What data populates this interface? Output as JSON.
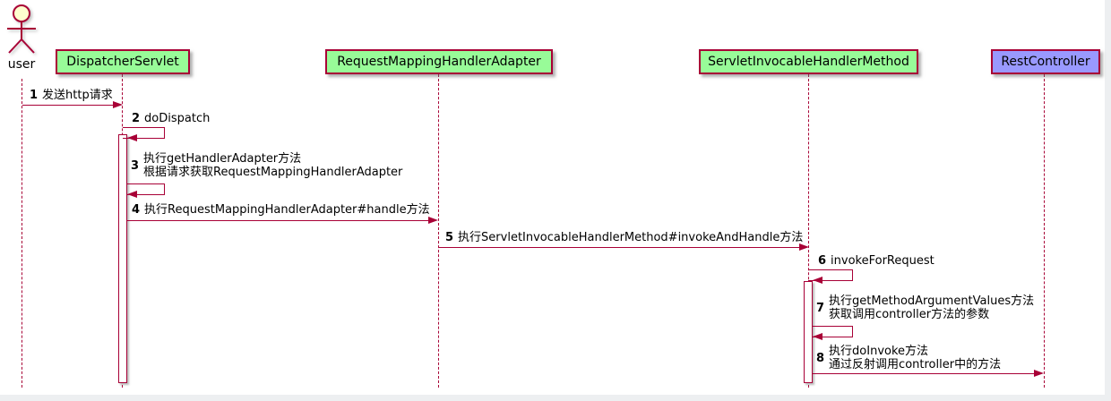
{
  "diagram": {
    "actor": {
      "label": "user"
    },
    "participants": [
      {
        "label": "DispatcherServlet"
      },
      {
        "label": "RequestMappingHandlerAdapter"
      },
      {
        "label": "ServletInvocableHandlerMethod"
      },
      {
        "label": "RestController"
      }
    ],
    "messages": [
      {
        "num": "1",
        "line1": "发送http请求"
      },
      {
        "num": "2",
        "line1": "doDispatch"
      },
      {
        "num": "3",
        "line1": "执行getHandlerAdapter方法",
        "line2": "根据请求获取RequestMappingHandlerAdapter"
      },
      {
        "num": "4",
        "line1": "执行RequestMappingHandlerAdapter#handle方法"
      },
      {
        "num": "5",
        "line1": "执行ServletInvocableHandlerMethod#invokeAndHandle方法"
      },
      {
        "num": "6",
        "line1": "invokeForRequest"
      },
      {
        "num": "7",
        "line1": "执行getMethodArgumentValues方法",
        "line2": "获取调用controller方法的参数"
      },
      {
        "num": "8",
        "line1": "执行doInvoke方法",
        "line2": "通过反射调用controller中的方法"
      }
    ],
    "colors": {
      "line": "#A80036",
      "participant_fill_green": "#98FB98",
      "participant_fill_purple": "#9999FF",
      "actor_head_fill": "#FEFECE",
      "activation_fill": "#FFFFFF",
      "page_background": "#EDEFF1"
    }
  }
}
